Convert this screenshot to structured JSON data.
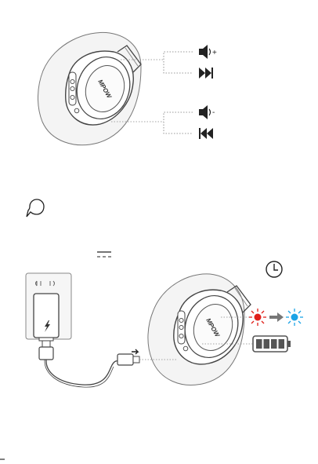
{
  "page": {
    "background": "#ffffff",
    "line_color": "#555555",
    "dotted_color": "#888888"
  },
  "controls_diagram": {
    "brand_logo": "MPOW",
    "icons": [
      {
        "name": "volume-up-icon",
        "glyph": "+"
      },
      {
        "name": "next-track-icon"
      },
      {
        "name": "volume-down-icon",
        "glyph": "-"
      },
      {
        "name": "previous-track-icon"
      }
    ]
  },
  "charging_diagram": {
    "brand_logo": "MPOW",
    "charger_symbol": "lightning",
    "led_from_color": "#e0201a",
    "led_to_color": "#1ca3e6",
    "battery_bars": 4,
    "icons": [
      "clock-icon",
      "dc-symbol-icon",
      "info-bubble-icon"
    ]
  }
}
